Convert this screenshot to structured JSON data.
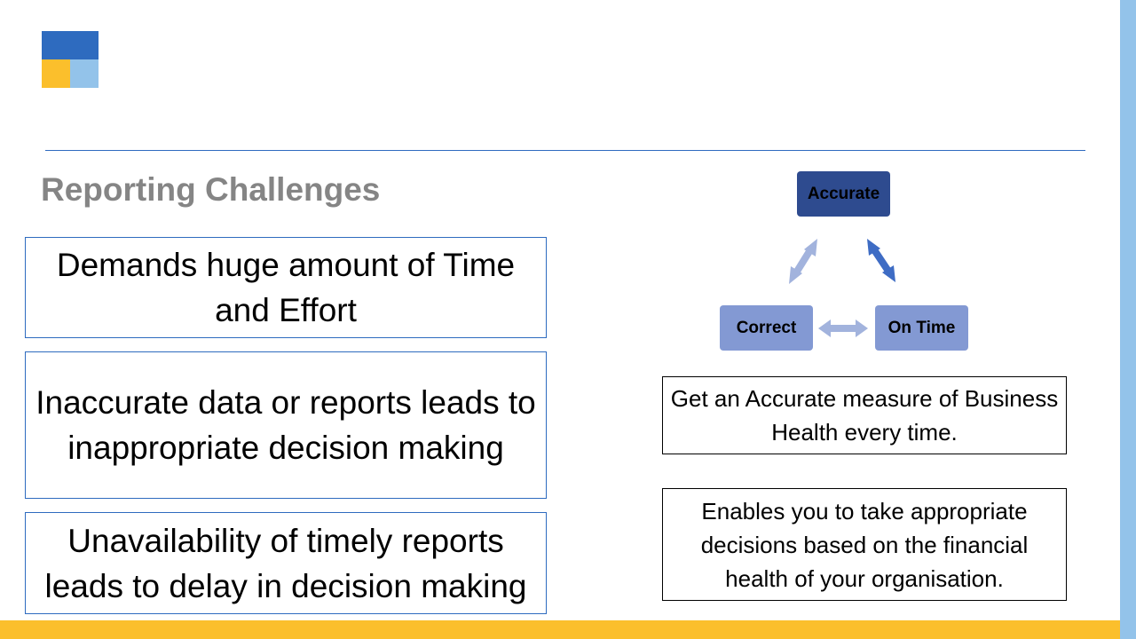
{
  "title": "Reporting Challenges",
  "challenges": [
    "Demands huge amount of Time and Effort",
    "Inaccurate data or reports leads to inappropriate decision making",
    "Unavailability of timely reports leads to delay in decision making"
  ],
  "cycle": {
    "top": "Accurate",
    "left": "Correct",
    "right": "On Time"
  },
  "benefits": [
    "Get an Accurate measure of Business Health every time.",
    "Enables you to take appropriate decisions based on the financial health of your organisation."
  ],
  "colors": {
    "brand_blue": "#2e6bbf",
    "brand_yellow": "#fbbf2c",
    "brand_light_blue": "#93c3ea",
    "node_dark": "#2e4b8f",
    "node_light": "#8399d3",
    "arrow_light": "#a2b3dd",
    "arrow_dark": "#3e6cc4"
  }
}
